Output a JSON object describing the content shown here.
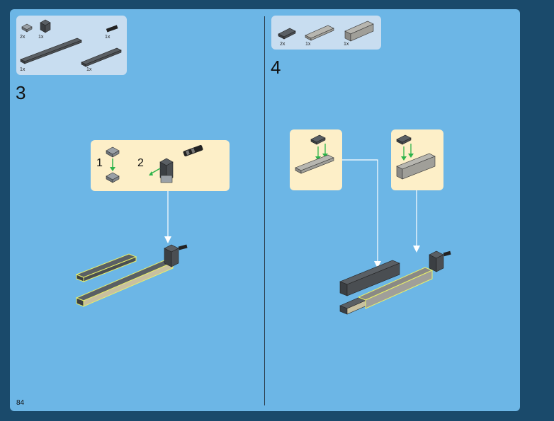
{
  "page_number": "84",
  "left_step": {
    "number": "3",
    "parts": [
      {
        "name": "plate-1x1",
        "qty": "2x"
      },
      {
        "name": "brick-1x1",
        "qty": "1x"
      },
      {
        "name": "technic-pin",
        "qty": "1x"
      },
      {
        "name": "plate-1x10",
        "qty": "1x"
      },
      {
        "name": "plate-1x6",
        "qty": "1x"
      }
    ],
    "substeps": [
      "1",
      "2"
    ]
  },
  "right_step": {
    "number": "4",
    "parts": [
      {
        "name": "plate-1x2",
        "qty": "2x"
      },
      {
        "name": "plate-1x4",
        "qty": "1x"
      },
      {
        "name": "brick-1x4",
        "qty": "1x"
      }
    ]
  },
  "colors": {
    "background": "#1a4a6b",
    "page": "#6cb6e6",
    "parts_box": "#c8ddf0",
    "callout": "#fdefc8",
    "highlight": "#e8f06a",
    "arrow_green": "#2db34a"
  }
}
